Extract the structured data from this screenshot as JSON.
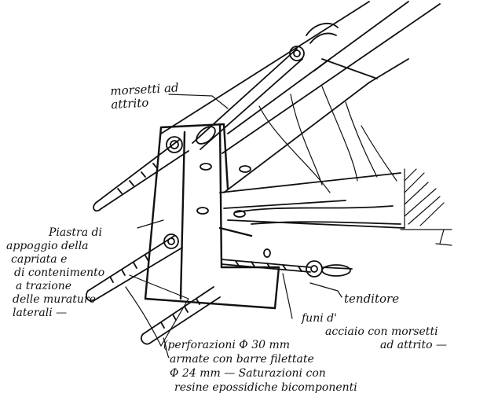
{
  "labels": {
    "morsetti_top": [
      "morsetti ad",
      "attrito"
    ],
    "piastra": [
      "Piastra di",
      "appoggio della",
      "capriata e",
      "di contenimento",
      "a trazione",
      "delle murature",
      "laterali —"
    ],
    "tenditore": "tenditore",
    "funi": [
      "funi d'",
      "acciaio con morsetti",
      "ad attrito —"
    ],
    "perfori": [
      "(perforazioni Φ 30 mm",
      "armate con barre filettate",
      "Φ 24 mm — Saturazioni con",
      "resine epossidiche bicomponenti"
    ]
  }
}
